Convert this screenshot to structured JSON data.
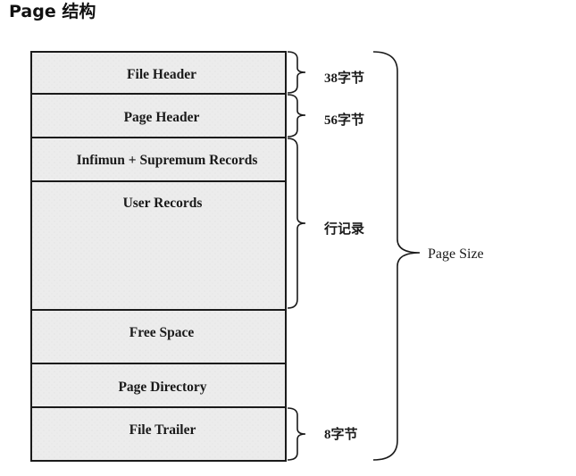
{
  "page": {
    "title": "Page 结构"
  },
  "diagram": {
    "blocks": [
      {
        "label": "File Header"
      },
      {
        "label": "Page Header"
      },
      {
        "label": "Infimun + Supremum Records"
      },
      {
        "label": "User Records"
      },
      {
        "label": "Free Space"
      },
      {
        "label": "Page Directory"
      },
      {
        "label": "File Trailer"
      }
    ],
    "annotations": {
      "file_header_size": "38字节",
      "page_header_size": "56字节",
      "row_records": "行记录",
      "file_trailer_size": "8字节",
      "page_size": "Page Size"
    }
  }
}
